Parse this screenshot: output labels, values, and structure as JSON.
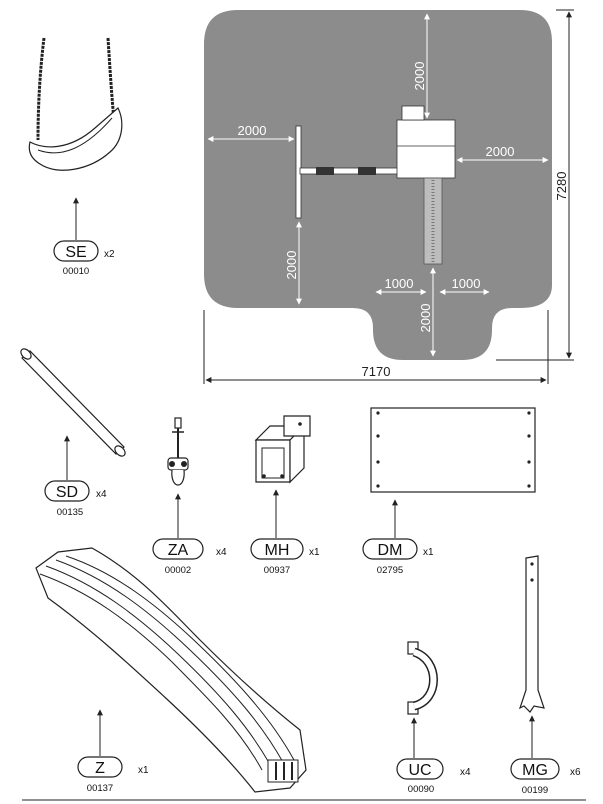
{
  "plan": {
    "dims": {
      "top": "2000",
      "left": "2000",
      "right": "2000",
      "left_lower": "2000",
      "slide_left": "1000",
      "slide_right": "1000",
      "slide_down": "2000",
      "total_width": "7170",
      "total_height": "7280"
    },
    "colors": {
      "zone": "#8c8c8c",
      "lines": "#222222"
    }
  },
  "parts": [
    {
      "code": "SE",
      "qty": "x2",
      "number": "00010"
    },
    {
      "code": "SD",
      "qty": "x4",
      "number": "00135"
    },
    {
      "code": "ZA",
      "qty": "x4",
      "number": "00002"
    },
    {
      "code": "MH",
      "qty": "x1",
      "number": "00937"
    },
    {
      "code": "DM",
      "qty": "x1",
      "number": "02795"
    },
    {
      "code": "Z",
      "qty": "x1",
      "number": "00137"
    },
    {
      "code": "UC",
      "qty": "x4",
      "number": "00090"
    },
    {
      "code": "MG",
      "qty": "x6",
      "number": "00199"
    }
  ]
}
